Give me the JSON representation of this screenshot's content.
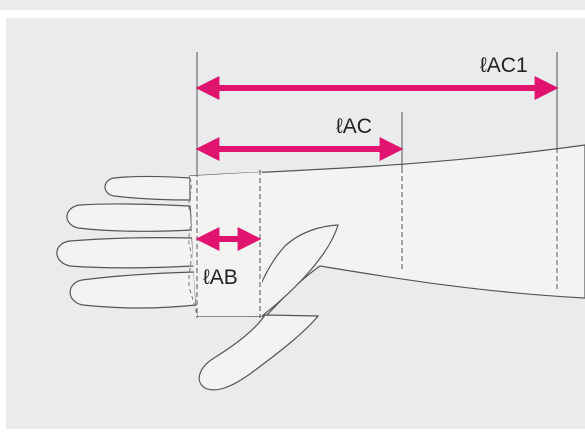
{
  "diagram": {
    "measurements": [
      {
        "id": "ab",
        "label": "ℓAB"
      },
      {
        "id": "ac",
        "label": "ℓAC"
      },
      {
        "id": "ac1",
        "label": "ℓAC1"
      }
    ],
    "colors": {
      "arrow": "#e0136e",
      "panel_bg": "#e9ebed",
      "skin": "#f5f3f2",
      "outline": "#555555"
    }
  }
}
